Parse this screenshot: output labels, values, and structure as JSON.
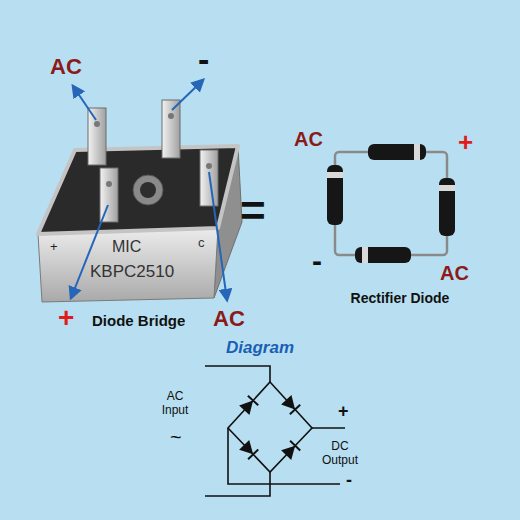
{
  "diagram": {
    "labels": [
      "AC",
      "-",
      "+",
      "MIC",
      "c",
      "KBPC2510",
      "+",
      "Diode Bridge",
      "AC",
      "=",
      "AC",
      "+",
      "-",
      "AC",
      "Rectifier Diode",
      "Diagram",
      "AC Input",
      "~",
      "+",
      "DC Output",
      "-"
    ]
  }
}
